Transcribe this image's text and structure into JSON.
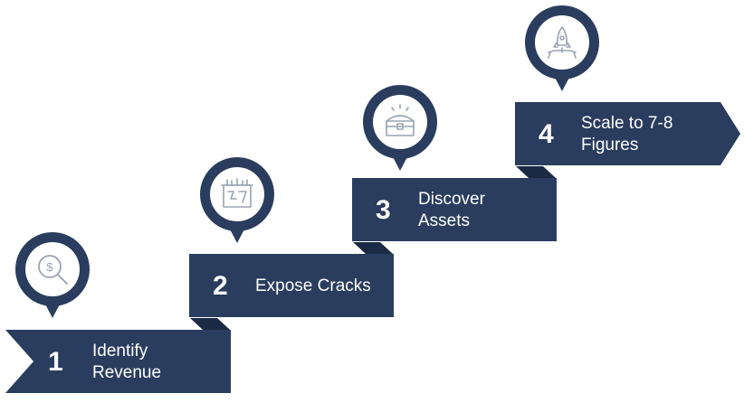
{
  "colors": {
    "navy": "#2a3d5e",
    "navy_dark": "#1b2b45",
    "icon_line": "#9aa3b2",
    "white": "#ffffff"
  },
  "steps": [
    {
      "number": "1",
      "line1": "Identify",
      "line2": "Revenue",
      "icon": "dollar-magnifier-icon"
    },
    {
      "number": "2",
      "line1": "Expose Cracks",
      "line2": "",
      "icon": "cracked-wall-icon"
    },
    {
      "number": "3",
      "line1": "Discover",
      "line2": "Assets",
      "icon": "treasure-chest-icon"
    },
    {
      "number": "4",
      "line1": "Scale to 7-8",
      "line2": "Figures",
      "icon": "rocket-launch-icon"
    }
  ]
}
